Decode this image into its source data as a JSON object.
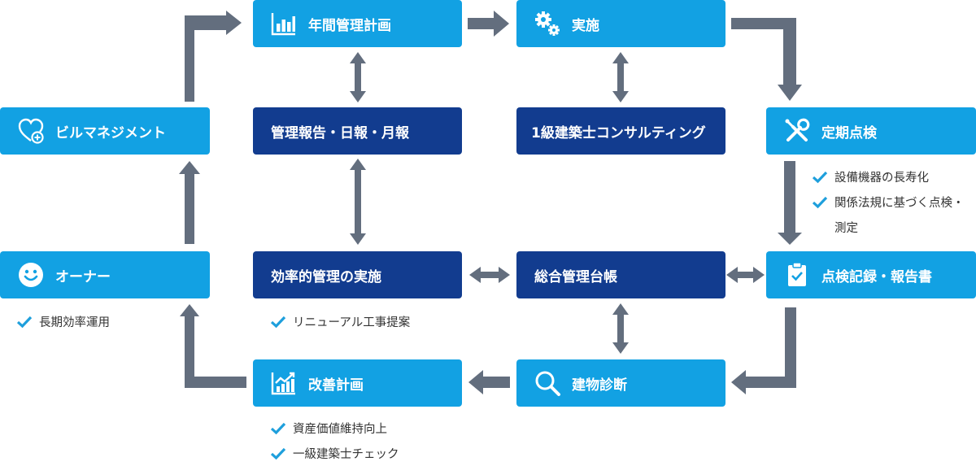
{
  "boxes": {
    "annual_plan": "年間管理計画",
    "execution": "実施",
    "building_mgmt": "ビルマネジメント",
    "mgmt_reports": "管理報告・日報・月報",
    "architect_consulting": "1級建築士コンサルティング",
    "periodic_inspection": "定期点検",
    "owner": "オーナー",
    "efficient_mgmt": "効率的管理の実施",
    "general_ledger": "総合管理台帳",
    "inspection_records": "点検記録・報告書",
    "improvement_plan": "改善計画",
    "building_diagnosis": "建物診断"
  },
  "checks": {
    "periodic_inspection": [
      "設備機器の長寿化",
      "関係法規に基づく点検・",
      "測定"
    ],
    "owner": [
      "長期効率運用"
    ],
    "efficient_mgmt": [
      "リニューアル工事提案"
    ],
    "improvement_plan": [
      "資産価値維持向上",
      "一級建築士チェック"
    ]
  },
  "colors": {
    "light_box": "#12a1e3",
    "dark_box": "#123c8f",
    "arrow": "#636e7e",
    "check": "#1e9fdc"
  }
}
